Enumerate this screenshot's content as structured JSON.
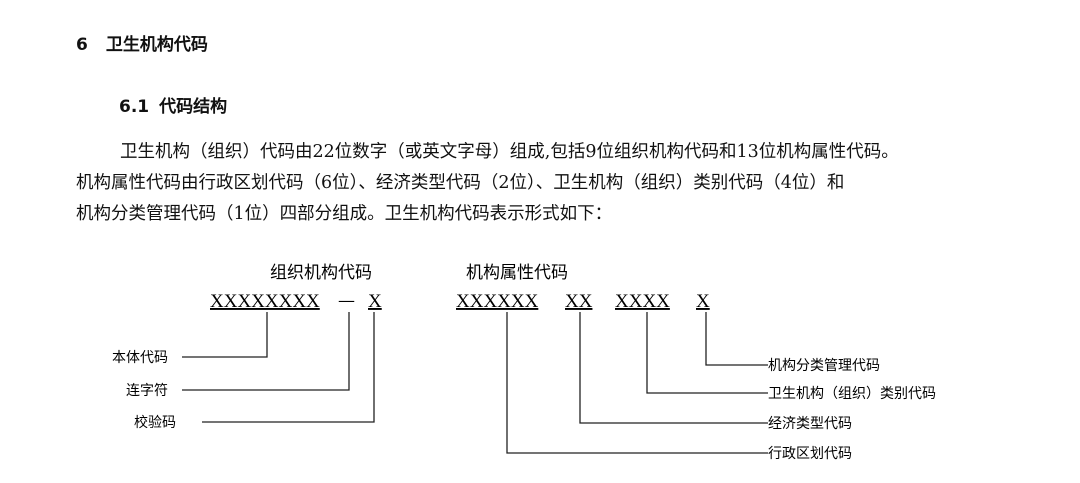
{
  "section": {
    "number": "6",
    "title": "卫生机构代码"
  },
  "subsection": {
    "number": "6.1",
    "title": "代码结构"
  },
  "paragraph": [
    "卫生机构（组织）代码由22位数字（或英文字母）组成,包括9位组织机构代码和13位机构属性代码。",
    "机构属性代码由行政区划代码（6位）、经济类型代码（2位）、卫生机构（组织）类别代码（4位）和",
    "机构分类管理代码（1位）四部分组成。卫生机构代码表示形式如下："
  ],
  "diagram": {
    "group_org": {
      "caption": "组织机构代码",
      "codes": [
        "XXXXXXXX",
        "—",
        "X"
      ],
      "labels": [
        "本体代码",
        "连字符",
        "校验码"
      ]
    },
    "group_attr": {
      "caption": "机构属性代码",
      "codes": [
        "XXXXXX",
        "XX",
        "XXXX",
        "X"
      ],
      "labels": [
        "机构分类管理代码",
        "卫生机构（组织）类别代码",
        "经济类型代码",
        "行政区划代码"
      ]
    }
  }
}
